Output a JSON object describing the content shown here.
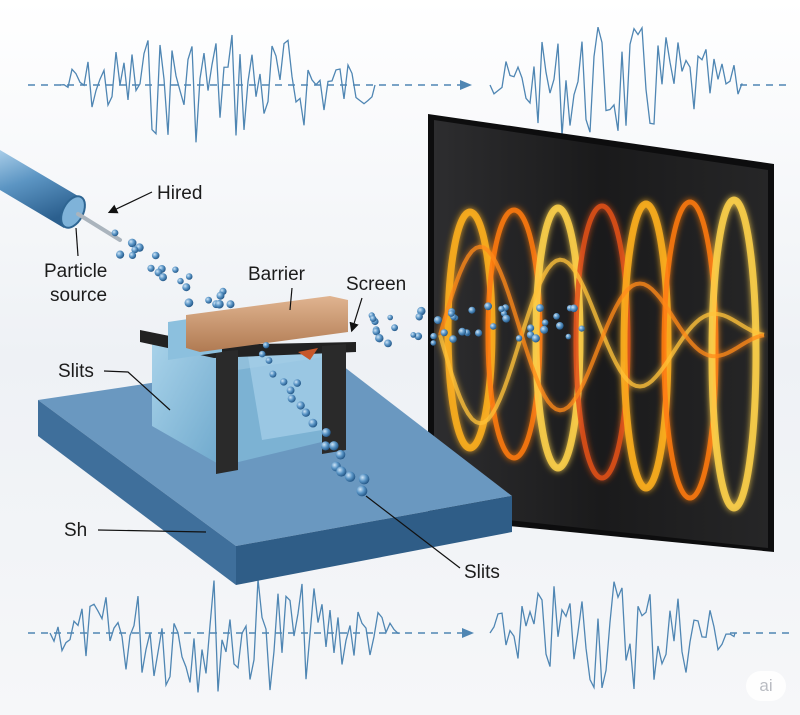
{
  "labels": {
    "hired": "Hired",
    "particle_source_line1": "Particle",
    "particle_source_line2": "source",
    "barrier": "Barrier",
    "screen": "Screen",
    "slits_left": "Slits",
    "slits_bottom": "Slits",
    "sh": "Sh"
  },
  "watermark": "ai",
  "colors": {
    "wave": "#4f86b3",
    "particle": "#4a86b8",
    "base_top": "#5f8fb8",
    "barrier_plank": "#c9926a",
    "screen_glow": "#ff9a1a"
  }
}
